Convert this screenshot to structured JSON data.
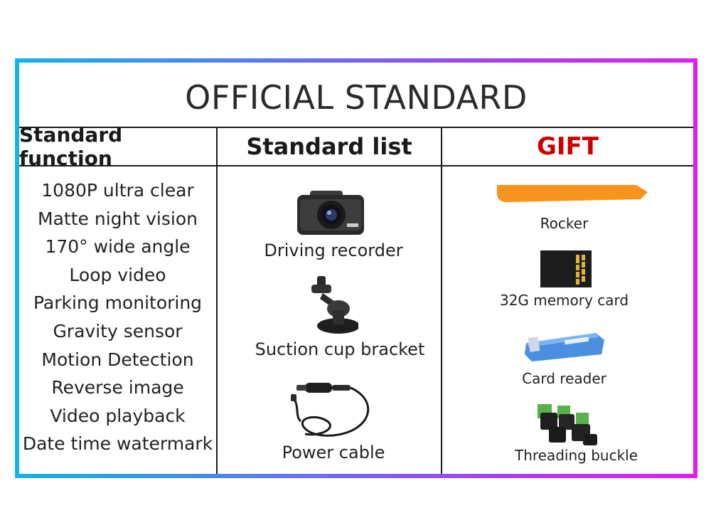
{
  "title": "OFFICIAL STANDARD",
  "headers": {
    "standard_function": "Standard function",
    "standard_list": "Standard list",
    "gift": "GIFT"
  },
  "colors": {
    "gift_header": "#cc0000",
    "frame_gradient_start": "#12b4e6",
    "frame_gradient_end": "#df1ef2",
    "rocker_orange": "#f7941d"
  },
  "standard_functions": [
    "1080P ultra clear",
    "Matte night vision",
    "170° wide angle",
    "Loop video",
    "Parking monitoring",
    "Gravity sensor",
    "Motion Detection",
    "Reverse image",
    "Video playback",
    "Date time watermark"
  ],
  "standard_list": [
    {
      "label": "Driving recorder",
      "icon": "dashcam-icon"
    },
    {
      "label": "Suction cup bracket",
      "icon": "suction-mount-icon"
    },
    {
      "label": "Power cable",
      "icon": "power-cable-icon"
    }
  ],
  "gifts": [
    {
      "label": "Rocker",
      "icon": "pry-tool-icon"
    },
    {
      "label": "32G memory card",
      "icon": "microsd-card-icon"
    },
    {
      "label": "Card reader",
      "icon": "card-reader-icon"
    },
    {
      "label": "Threading buckle",
      "icon": "cable-clip-icon"
    }
  ]
}
